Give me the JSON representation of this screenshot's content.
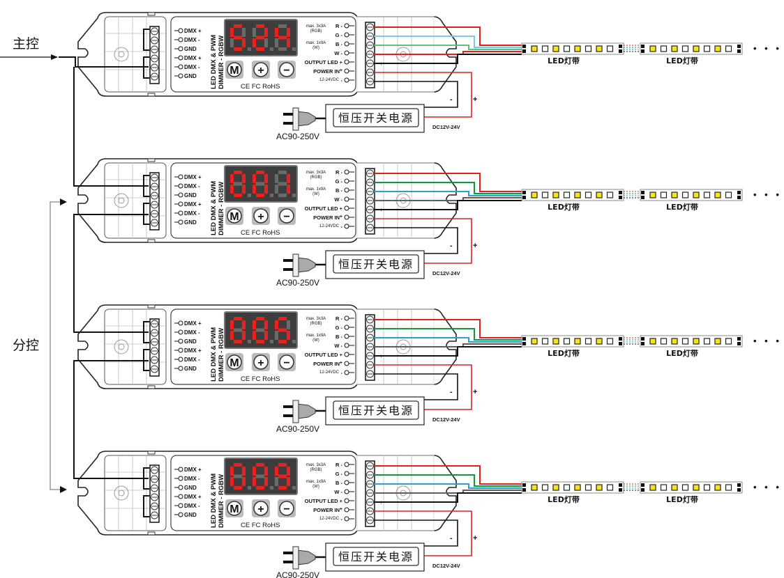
{
  "labels": {
    "master": "主控",
    "slave": "分控"
  },
  "colors": {
    "red": "#e0201e",
    "green": "#0e9a3a",
    "blue": "#2a9ed8",
    "light_blue": "#7ec8e8",
    "light_green": "#5fbf7f",
    "brown": "#6b5a50",
    "black": "#111111",
    "seg_on": "#e8231f",
    "seg_off": "#6a6a6a",
    "display_bg": "#3d3d3d",
    "led_yellow": "#f7e41a"
  },
  "controller": {
    "title_line1": "LED DMX & PWM",
    "title_line2": "DIMMER - RGBW",
    "dmx_in_labels": [
      "DMX +",
      "DMX -",
      "GND"
    ],
    "dmx_out_labels": [
      "DMX +",
      "DMX -",
      "GND"
    ],
    "channel_labels": [
      "R -",
      "G -",
      "B -",
      "W -"
    ],
    "rating_rgb": "max. 3x3A",
    "rating_rgb_sub": "(RGB)",
    "rating_w": "max. 1x9A",
    "rating_w_sub": "(W)",
    "output_led": "OUTPUT LED +",
    "power_in": "POWER IN",
    "power_plus": "+",
    "power_range": "12-24VDC",
    "power_minus": "-",
    "buttons": [
      "M",
      "+",
      "−"
    ],
    "certs": "CE FC RoHS",
    "terminal_marks": [
      "-",
      "-",
      "-",
      "-",
      "+"
    ]
  },
  "units": [
    {
      "display": "524",
      "wires": [
        "red",
        "light_blue",
        "light_green",
        "red"
      ]
    },
    {
      "display": "001",
      "wires": [
        "red",
        "green",
        "blue",
        "brown"
      ]
    },
    {
      "display": "005",
      "wires": [
        "red",
        "green",
        "blue",
        "brown"
      ]
    },
    {
      "display": "009",
      "wires": [
        "red",
        "green",
        "blue",
        "brown"
      ]
    }
  ],
  "power_supply": {
    "label": "恒压开关电源",
    "ac_label": "AC90-250V",
    "dc_label": "DC12V-24V",
    "minus": "-",
    "plus": "+"
  },
  "led_strip": {
    "label": "LED灯带",
    "continuation": "• • •"
  }
}
